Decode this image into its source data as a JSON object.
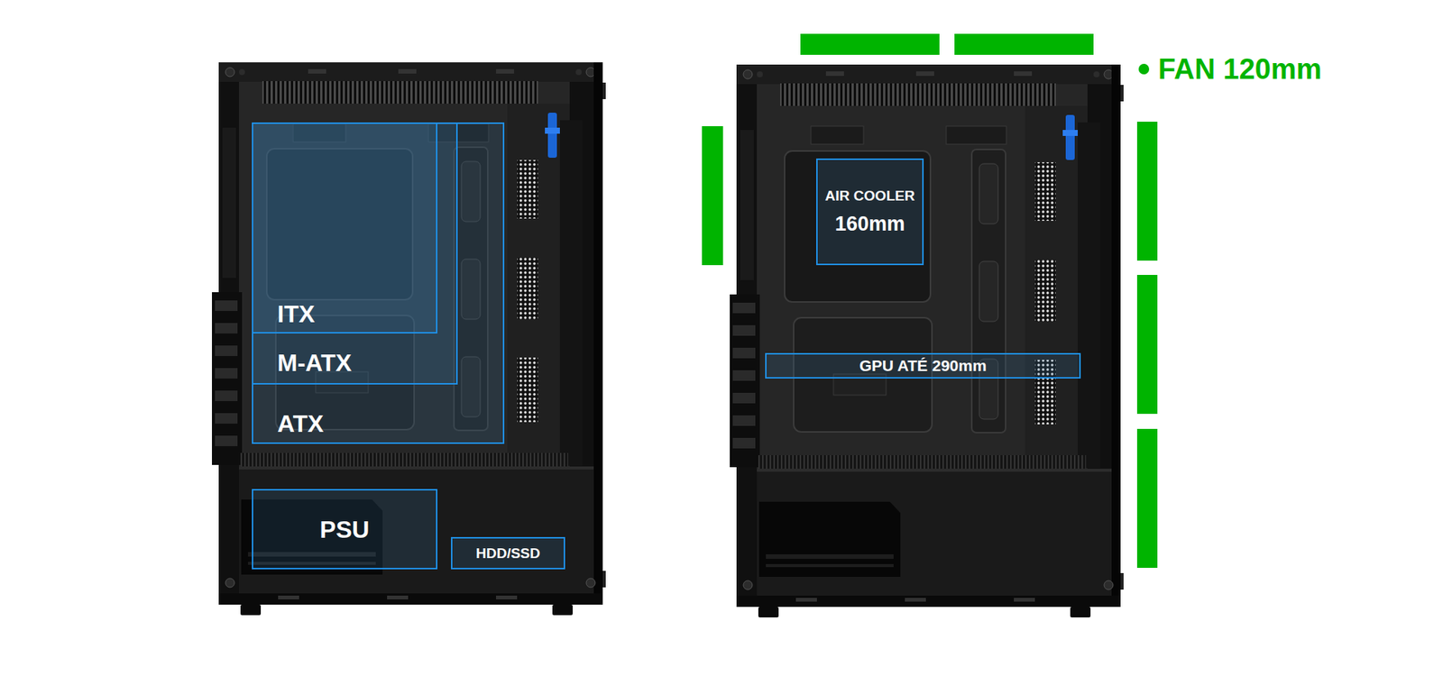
{
  "diagram": {
    "nodes": [
      {
        "text": [
          "ATX"
        ]
      },
      {
        "text": [
          "M-ATX"
        ],
        "in": 0
      },
      {
        "text": [
          "ITX"
        ],
        "in": 1
      },
      {
        "text": [
          "PSU"
        ]
      },
      {
        "text": [
          "HDD/SSD"
        ]
      },
      {
        "text": [
          "AIR COOLER",
          "160mm"
        ]
      },
      {
        "text": [
          "GPU ATÉ 290mm"
        ]
      }
    ],
    "legend": [
      {
        "text": "FAN 120mm",
        "color": "#00b400"
      }
    ]
  }
}
